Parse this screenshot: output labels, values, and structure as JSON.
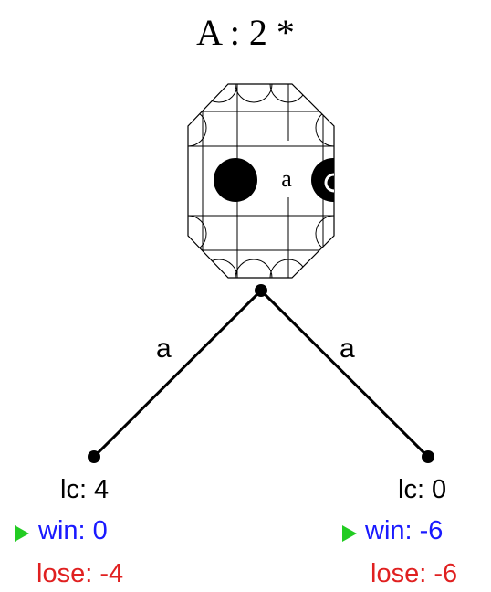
{
  "title": "A : 2 *",
  "board": {
    "marker": "a"
  },
  "edges": [
    {
      "label": "a"
    },
    {
      "label": "a"
    }
  ],
  "children": [
    {
      "lc": "lc: 4",
      "win": "win: 0",
      "lose": "lose: -4",
      "marker": "play-arrow"
    },
    {
      "lc": "lc: 0",
      "win": "win: -6",
      "lose": "lose: -6",
      "marker": "play-arrow"
    }
  ],
  "colors": {
    "win": "#1a1aff",
    "lose": "#e02020",
    "arrow": "#22cc22"
  }
}
